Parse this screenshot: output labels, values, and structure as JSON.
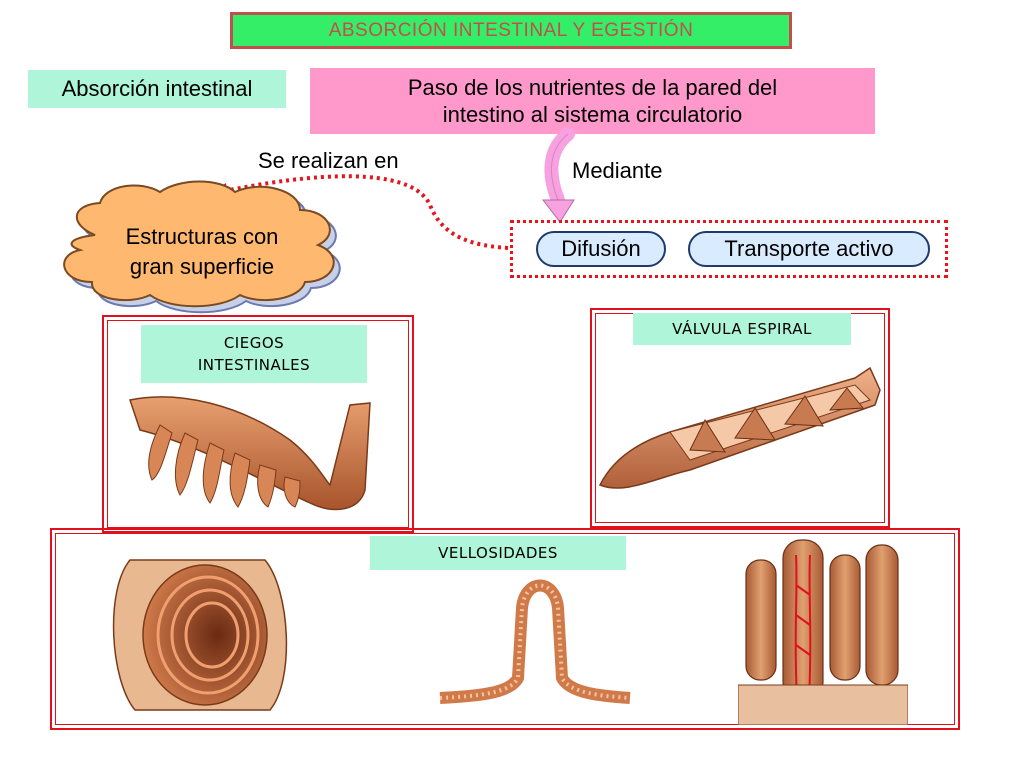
{
  "title": "ABSORCIÓN INTESTINAL Y EGESTIÓN",
  "concept": {
    "term": "Absorción intestinal",
    "definition_line1": "Paso de los nutrientes de la pared del",
    "definition_line2": "intestino al sistema circulatorio"
  },
  "connectors": {
    "se_realizan": "Se realizan en",
    "mediante": "Mediante"
  },
  "mechanisms": {
    "difusion": "Difusión",
    "transporte": "Transporte activo"
  },
  "structures": {
    "line1": "Estructuras con",
    "line2": "gran superficie"
  },
  "panels": {
    "ciegos_line1": "CIEGOS",
    "ciegos_line2": "INTESTINALES",
    "valvula": "VÁLVULA ESPIRAL",
    "vellosidades": "VELLOSIDADES"
  },
  "colors": {
    "title_bg": "#33ee66",
    "title_text": "#c0504d",
    "label_bg": "#aff5d9",
    "definition_bg": "#ff99cc",
    "cloud_fill": "#ffb870",
    "pill_fill": "#d9ecff",
    "frame_red": "#e0101c"
  }
}
